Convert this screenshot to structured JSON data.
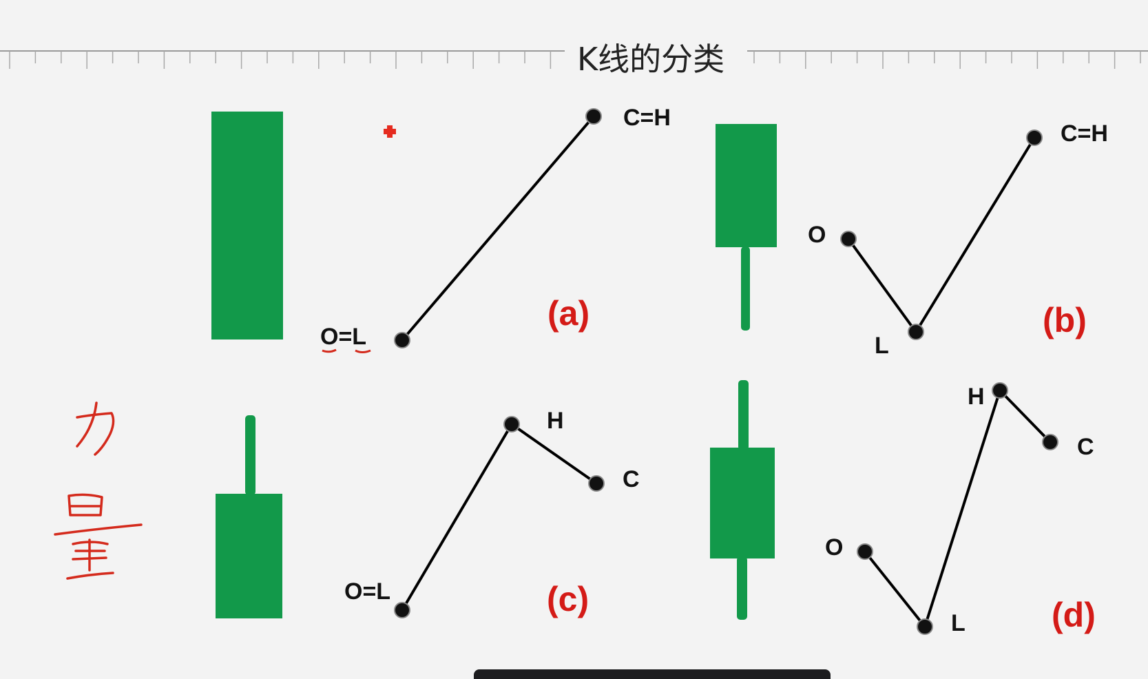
{
  "title": "K线的分类",
  "colors": {
    "candle": "#12994a",
    "line": "#000000",
    "label": "#111111",
    "panel_label": "#d41b17",
    "annotation": "#d42a1c",
    "background": "#f3f3f3",
    "ruler": "#9a9a9a"
  },
  "panels": [
    {
      "id": "a",
      "label": "(a)",
      "candle": {
        "upper_wick": false,
        "lower_wick": false
      },
      "points": [
        {
          "label": "O=L",
          "underlined": true
        },
        {
          "label": "C=H"
        }
      ]
    },
    {
      "id": "b",
      "label": "(b)",
      "candle": {
        "upper_wick": false,
        "lower_wick": true
      },
      "points": [
        {
          "label": "O"
        },
        {
          "label": "L"
        },
        {
          "label": "C=H"
        }
      ]
    },
    {
      "id": "c",
      "label": "(c)",
      "candle": {
        "upper_wick": true,
        "lower_wick": false
      },
      "points": [
        {
          "label": "O=L"
        },
        {
          "label": "H"
        },
        {
          "label": "C"
        }
      ]
    },
    {
      "id": "d",
      "label": "(d)",
      "candle": {
        "upper_wick": true,
        "lower_wick": true
      },
      "points": [
        {
          "label": "O"
        },
        {
          "label": "L"
        },
        {
          "label": "H"
        },
        {
          "label": "C"
        }
      ]
    }
  ],
  "annotation": {
    "kind": "handwritten",
    "text": "力量"
  }
}
